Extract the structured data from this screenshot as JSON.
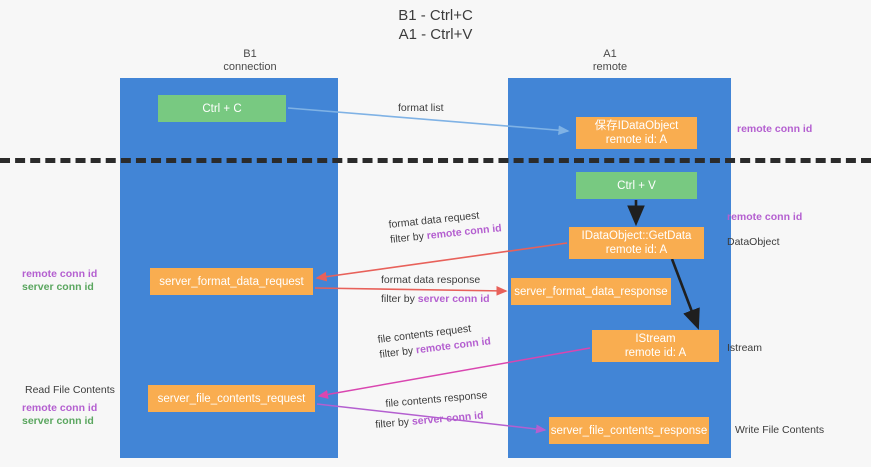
{
  "title": "B1 - Ctrl+C\nA1 - Ctrl+V",
  "columns": {
    "b1": "B1\nconnection",
    "a1": "A1\nremote"
  },
  "nodes": {
    "ctrl_c": "Ctrl + C",
    "save_idataobject": "保存IDataObject\nremote id: A",
    "ctrl_v": "Ctrl + V",
    "getdata": "IDataObject::GetData\nremote id: A",
    "server_format_data_request": "server_format_data_request",
    "server_format_data_response": "server_format_data_response",
    "istream": "IStream\nremote id: A",
    "server_file_contents_request": "server_file_contents_request",
    "server_file_contents_response": "server_file_contents_response"
  },
  "edge_labels": {
    "format_list": "format list",
    "format_data_request": "format data request",
    "format_data_request_filter_prefix": "filter by ",
    "format_data_request_filter_key": "remote conn id",
    "format_data_response": "format data response",
    "format_data_response_filter_prefix": "filter by ",
    "format_data_response_filter_key": "server conn id",
    "file_contents_request": "file contents request",
    "file_contents_request_filter_prefix": "filter by ",
    "file_contents_request_filter_key": "remote conn id",
    "file_contents_response": "file contents response",
    "file_contents_response_filter_prefix": "filter by ",
    "file_contents_response_filter_key": "server conn id"
  },
  "annotations": {
    "right_remote_conn_id_top": "remote conn id",
    "right_remote_conn_id_mid": "remote conn id",
    "right_dataobject": "DataObject",
    "right_istream": "Istream",
    "right_write_file_contents": "Write File Contents",
    "left_remote_conn_id_1": "remote conn id",
    "left_server_conn_id_1": "server conn id",
    "left_read_file_contents": "Read File Contents",
    "left_remote_conn_id_2": "remote conn id",
    "left_server_conn_id_2": "server conn id"
  },
  "colors": {
    "lane": "#4285d6",
    "node_green": "#78c981",
    "node_orange": "#f9ad50",
    "purple": "#b45fd0",
    "green_text": "#5aa65f",
    "arrow_blue": "#7fb2e5",
    "arrow_red": "#e8615a",
    "arrow_magenta": "#d946b0",
    "arrow_purple": "#b45fd0",
    "arrow_black": "#1f1f1f",
    "divider": "#2b2b2b",
    "background": "#f7f7f7"
  }
}
